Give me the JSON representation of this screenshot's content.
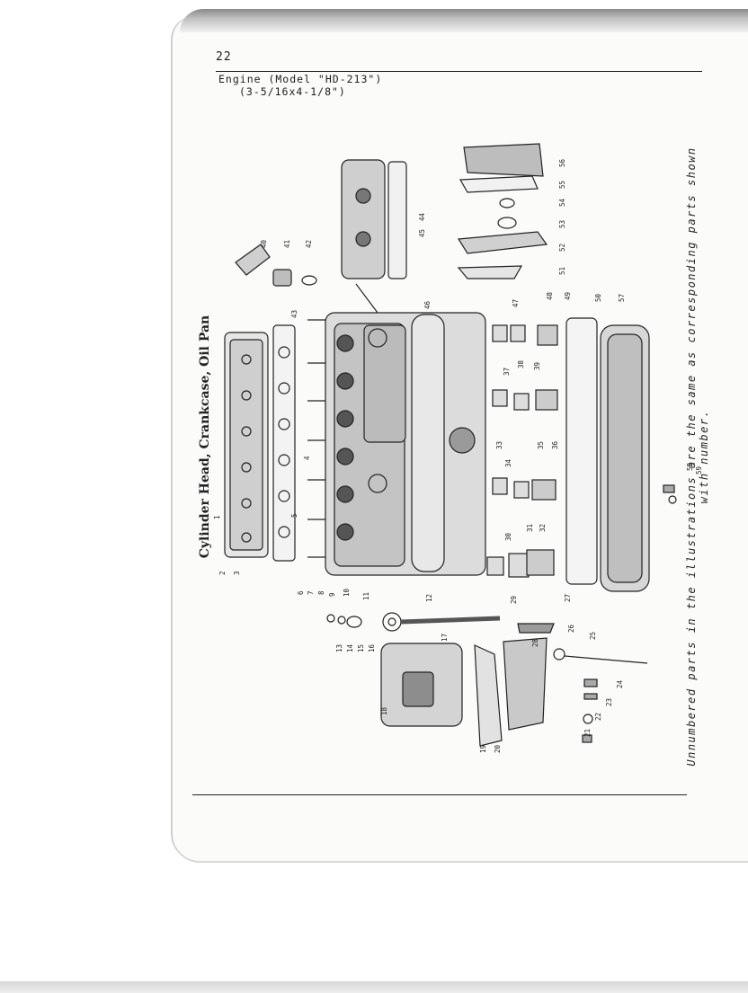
{
  "page": {
    "number": "22",
    "heading_line1": "Engine (Model \"HD-213\")",
    "heading_line2": "(3-5/16x4-1/8\")",
    "illustration_title": "Cylinder Head, Crankcase, Oil Pan",
    "footnote": "Unnumbered parts in the illustrations are the same as corresponding parts shown with number."
  },
  "callouts": {
    "c1": "1",
    "c2": "2",
    "c3": "3",
    "c4": "4",
    "c5": "5",
    "c6": "6",
    "c7": "7",
    "c8": "8",
    "c9": "9",
    "c10": "10",
    "c11": "11",
    "c12": "12",
    "c13": "13",
    "c14": "14",
    "c15": "15",
    "c16": "16",
    "c17": "17",
    "c18": "18",
    "c19": "19",
    "c20": "20",
    "c21": "21",
    "c22": "22",
    "c23": "23",
    "c24": "24",
    "c25": "25",
    "c26": "26",
    "c27": "27",
    "c28": "28",
    "c29": "29",
    "c30": "30",
    "c31": "31",
    "c32": "32",
    "c33": "33",
    "c34": "34",
    "c35": "35",
    "c36": "36",
    "c37": "37",
    "c38": "38",
    "c39": "39",
    "c40": "40",
    "c41": "41",
    "c42": "42",
    "c43": "43",
    "c44": "44",
    "c45": "45",
    "c46": "46",
    "c47": "47",
    "c48": "48",
    "c49": "49",
    "c50": "50",
    "c51": "51",
    "c52": "52",
    "c53": "53",
    "c54": "54",
    "c55": "55",
    "c56": "56",
    "c57": "57",
    "c58": "58",
    "c59": "59"
  }
}
